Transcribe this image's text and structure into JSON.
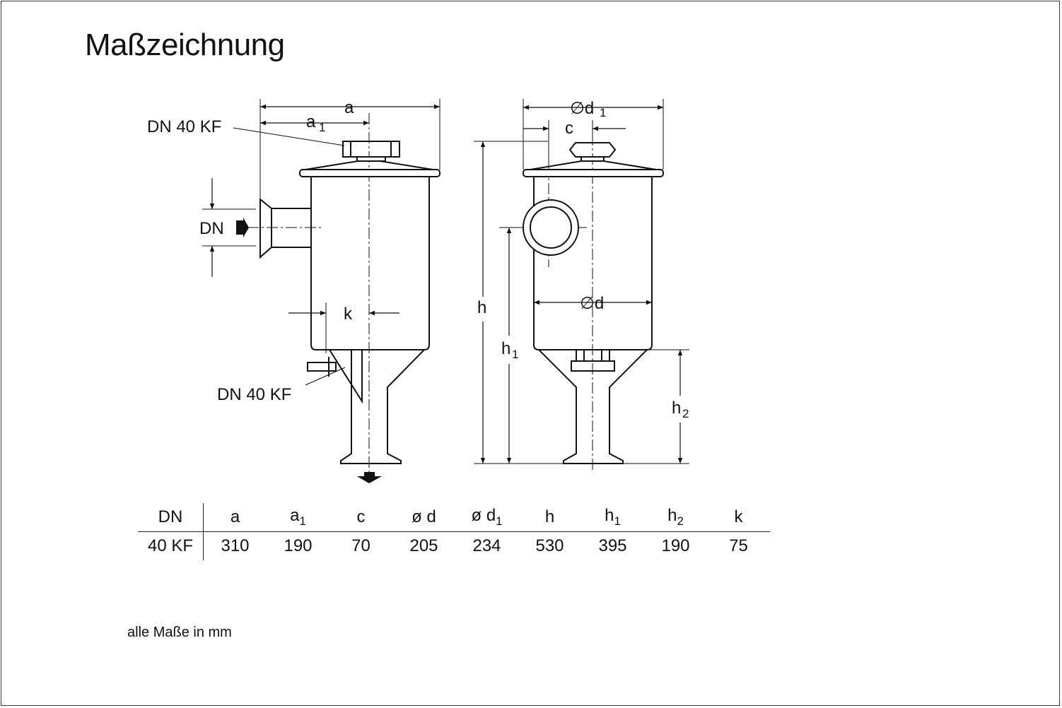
{
  "title": "Maßzeichnung",
  "labels": {
    "dn_top": "DN 40 KF",
    "dn_inlet": "DN",
    "dn_side": "DN 40 KF",
    "a": "a",
    "a1": "a",
    "a1_sub": "1",
    "k": "k",
    "d1": "∅d",
    "d1_sub": "1",
    "c": "c",
    "d": "∅d",
    "h": "h",
    "h1": "h",
    "h1_sub": "1",
    "h2": "h",
    "h2_sub": "2"
  },
  "table": {
    "headers": [
      {
        "main": "DN",
        "sub": ""
      },
      {
        "main": "a",
        "sub": ""
      },
      {
        "main": "a",
        "sub": "1"
      },
      {
        "main": "c",
        "sub": ""
      },
      {
        "main": "ø d",
        "sub": ""
      },
      {
        "main": "ø d",
        "sub": "1"
      },
      {
        "main": "h",
        "sub": ""
      },
      {
        "main": "h",
        "sub": "1"
      },
      {
        "main": "h",
        "sub": "2"
      },
      {
        "main": "k",
        "sub": ""
      }
    ],
    "row": [
      "40 KF",
      "310",
      "190",
      "70",
      "205",
      "234",
      "530",
      "395",
      "190",
      "75"
    ]
  },
  "note": "alle Maße in mm"
}
